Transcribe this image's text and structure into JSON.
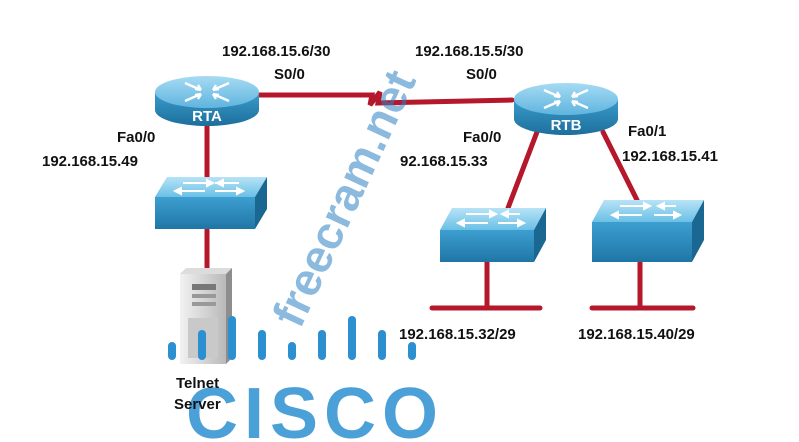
{
  "colors": {
    "link": "#b5172b",
    "device_blue": "#2f93c4",
    "device_light": "#7fc8ea",
    "watermark": "#2b82c3",
    "cisco_logo": "#2b8fd0"
  },
  "devices": {
    "rta": {
      "label": "RTA",
      "icon": "router-icon"
    },
    "rtb": {
      "label": "RTB",
      "icon": "router-icon"
    },
    "switch_a": {
      "icon": "switch-icon"
    },
    "switch_b1": {
      "icon": "switch-icon"
    },
    "switch_b2": {
      "icon": "switch-icon"
    },
    "server": {
      "icon": "server-icon",
      "label_line1": "Telnet",
      "label_line2": "Server"
    }
  },
  "labels": {
    "rta_serial_ip": "192.168.15.6/30",
    "rta_serial_if": "S0/0",
    "rtb_serial_ip": "192.168.15.5/30",
    "rtb_serial_if": "S0/0",
    "rta_fa_if": "Fa0/0",
    "rta_fa_ip": "192.168.15.49",
    "rtb_fa0_if": "Fa0/0",
    "rtb_fa0_ip": "92.168.15.33",
    "rtb_fa1_if": "Fa0/1",
    "rtb_fa1_ip": "192.168.15.41",
    "lan_b1": "192.168.15.32/29",
    "lan_b2": "192.168.15.40/29"
  },
  "watermark": "freecram.net",
  "logo": {
    "text": "CISCO",
    "icon": "cisco-bars-icon"
  }
}
